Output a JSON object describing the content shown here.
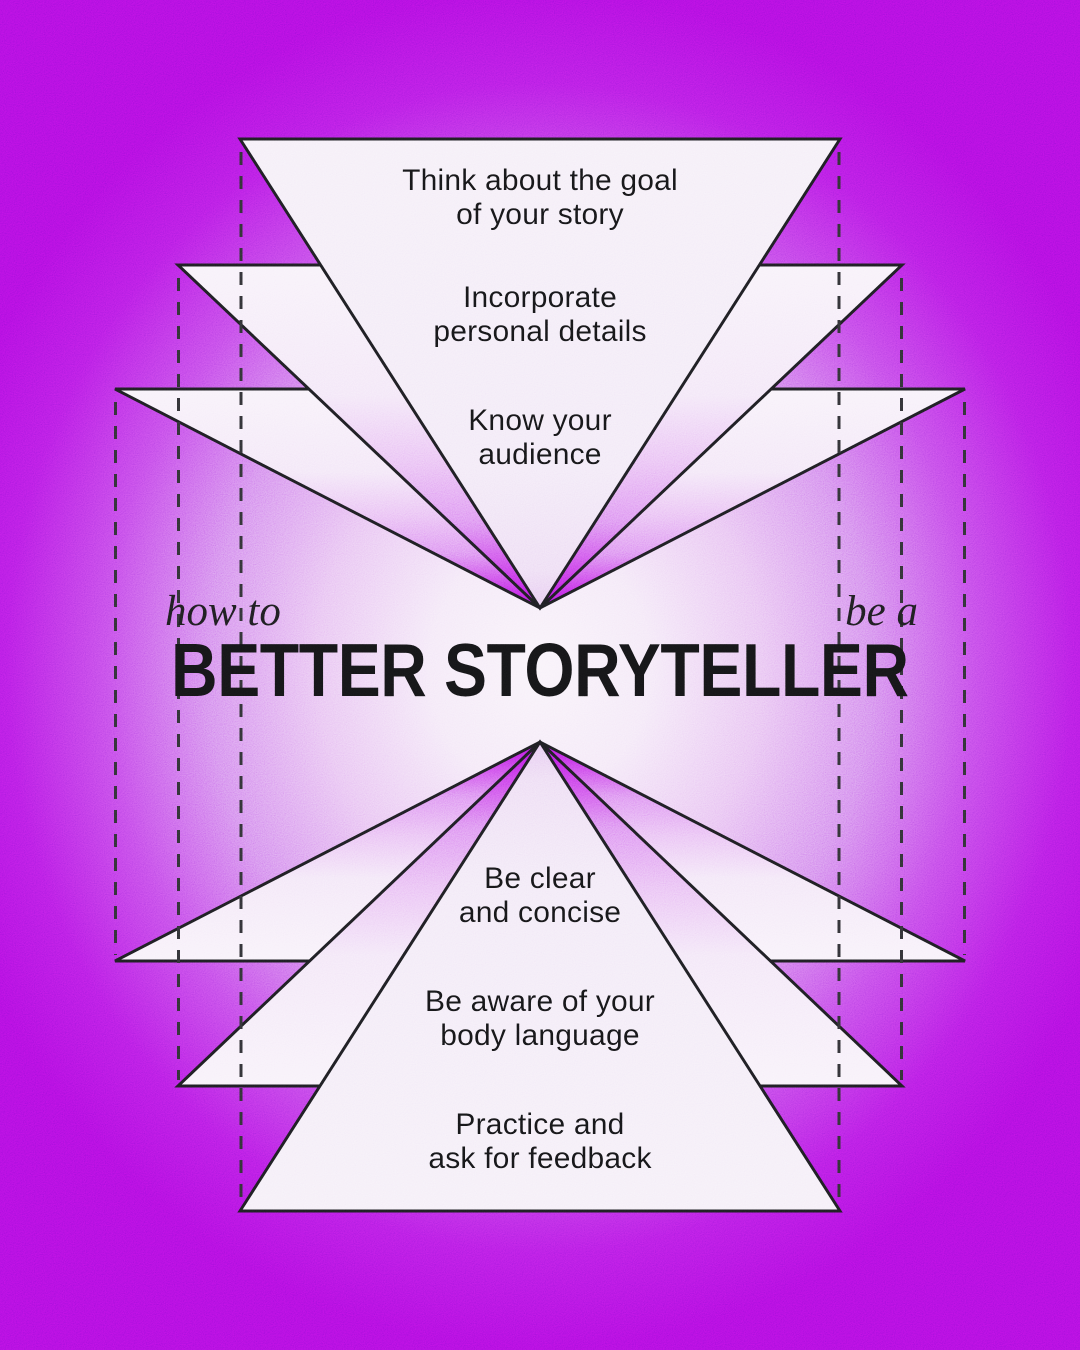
{
  "title": {
    "script_left": "how to",
    "script_right": "be a",
    "main": "BETTER STORYTELLER"
  },
  "top_tips": [
    {
      "label": "Think about the goal\nof your story"
    },
    {
      "label": "Incorporate\npersonal details"
    },
    {
      "label": "Know your\naudience"
    }
  ],
  "bottom_tips": [
    {
      "label": "Be clear\nand concise"
    },
    {
      "label": "Be aware of your\nbody language"
    },
    {
      "label": "Practice and\nask for feedback"
    }
  ],
  "colors": {
    "background_purple": "#a50edb",
    "accent_magenta": "#b826e2",
    "triangle_fill": "#f4edf7",
    "outline_ink": "#1b1b1f",
    "text_ink": "#141416"
  }
}
